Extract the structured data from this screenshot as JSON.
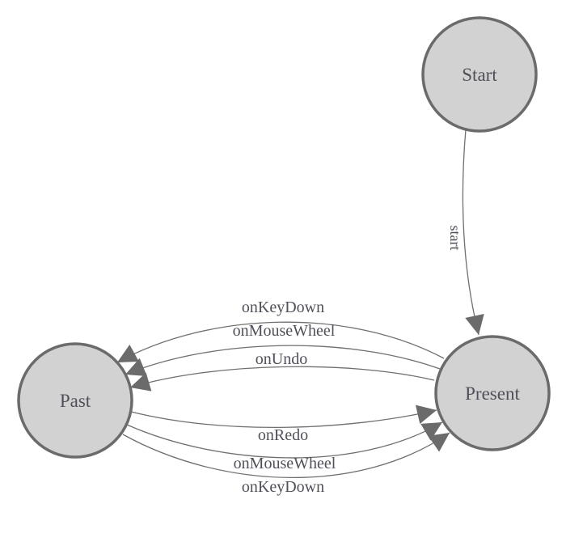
{
  "diagram": {
    "kind": "state-machine",
    "background_color": "#ffffff",
    "colors": {
      "node_fill": "#d2d2d2",
      "node_stroke": "#6b6b6b",
      "edge_stroke": "#6f6f6f",
      "arrow_fill": "#6b6b6b",
      "text": "#50505a"
    },
    "nodes": [
      {
        "id": "start",
        "label": "Start"
      },
      {
        "id": "present",
        "label": "Present"
      },
      {
        "id": "past",
        "label": "Past"
      }
    ],
    "edges": [
      {
        "from": "Start",
        "to": "Present",
        "label": "start"
      },
      {
        "from": "Present",
        "to": "Past",
        "label": "onKeyDown"
      },
      {
        "from": "Present",
        "to": "Past",
        "label": "onMouseWheel"
      },
      {
        "from": "Present",
        "to": "Past",
        "label": "onUndo"
      },
      {
        "from": "Past",
        "to": "Present",
        "label": "onRedo"
      },
      {
        "from": "Past",
        "to": "Present",
        "label": "onMouseWheel"
      },
      {
        "from": "Past",
        "to": "Present",
        "label": "onKeyDown"
      }
    ]
  }
}
